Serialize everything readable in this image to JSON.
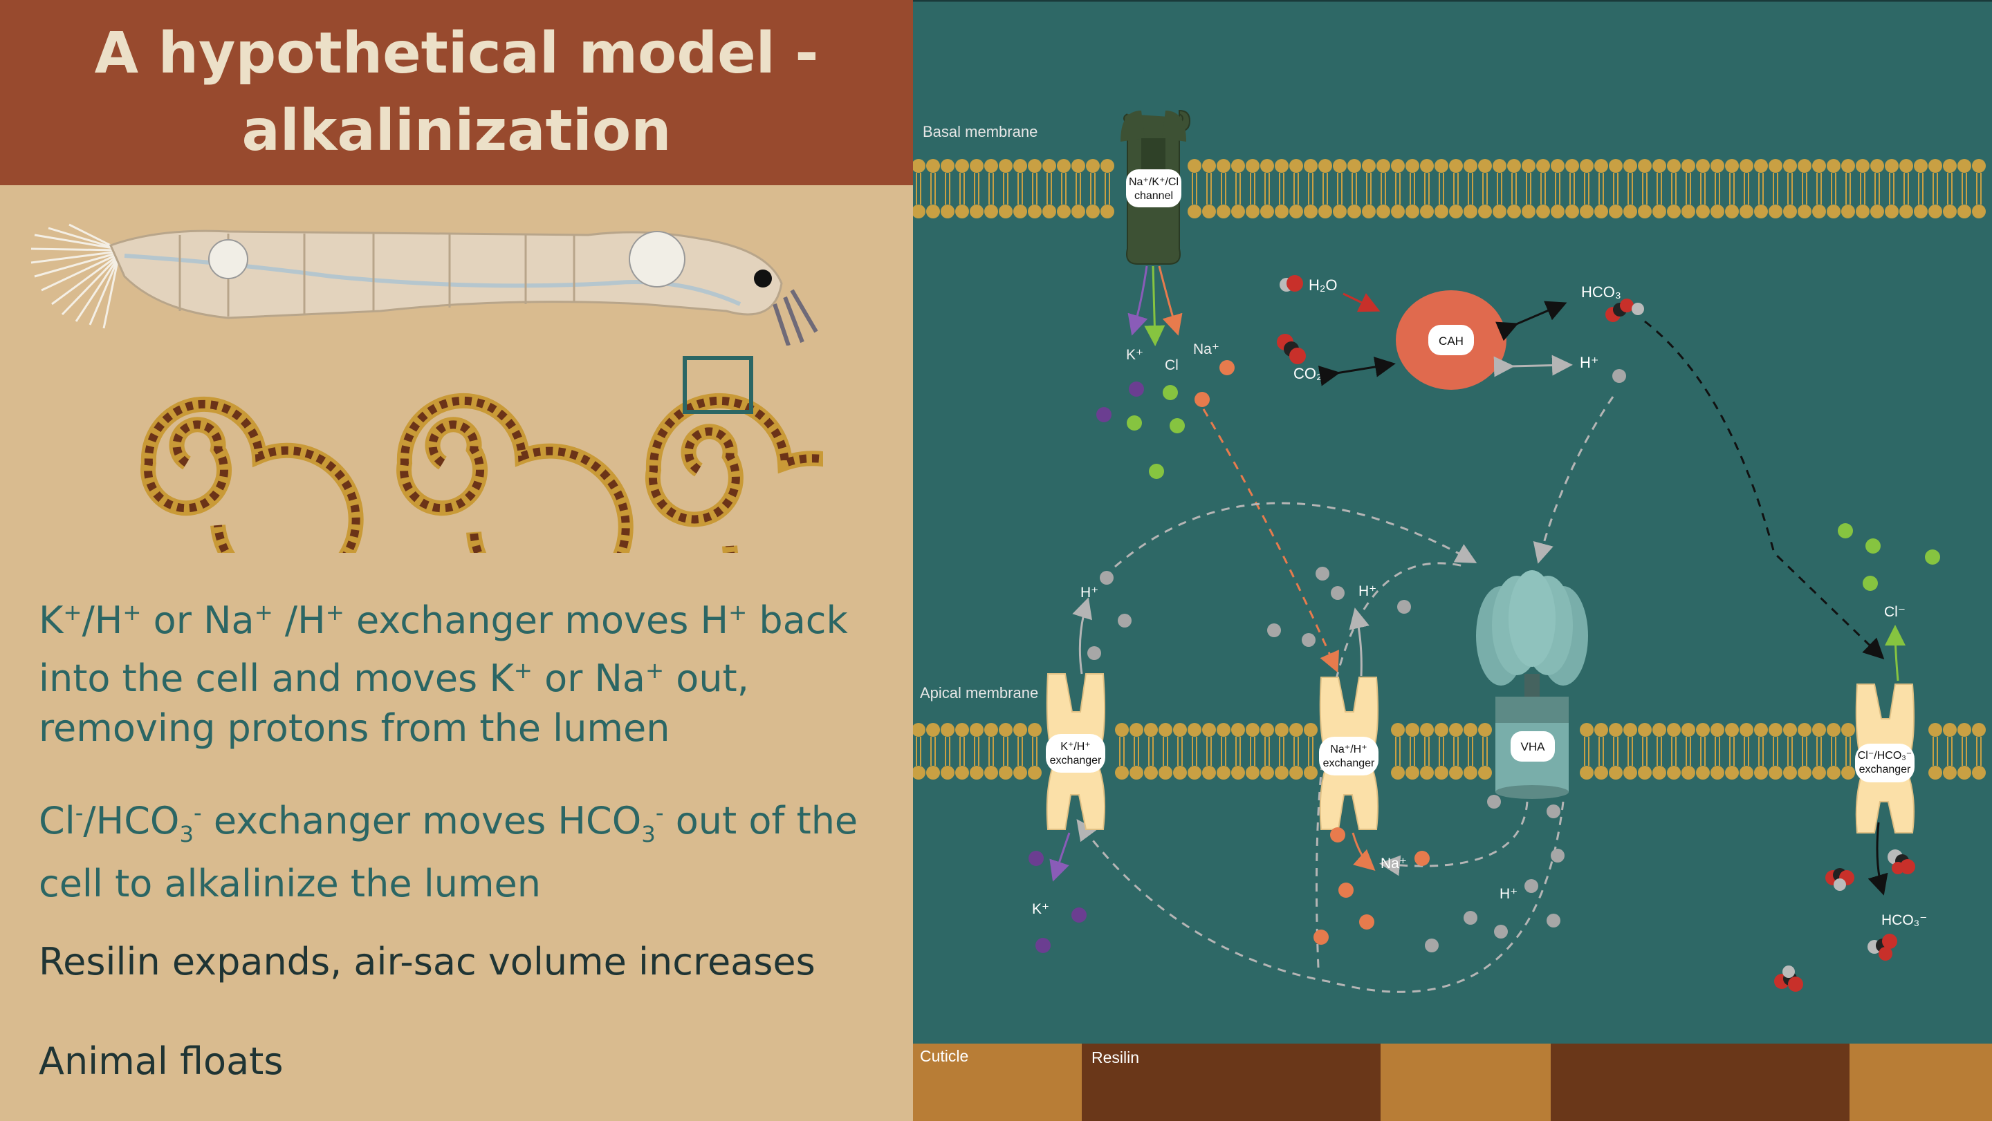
{
  "title": {
    "line1": "A hypothetical model -",
    "line2": "alkalinization"
  },
  "text": {
    "p1_a": "K",
    "p1_b": "+",
    "p1_c": "/H",
    "p1_d": "+",
    "p1_e": " or Na",
    "p1_f": "+",
    "p1_g": " /H",
    "p1_h": "+",
    "p1_i": " exchanger moves H",
    "p1_j": "+",
    "p1_k": " back into the cell and moves K",
    "p1_l": "+",
    "p1_m": " or Na",
    "p1_n": "+",
    "p1_o": " out, removing protons from the lumen",
    "p2_a": "Cl",
    "p2_b": "-",
    "p2_c": "/HCO",
    "p2_d": "3",
    "p2_e": "-",
    "p2_f": " exchanger moves HCO",
    "p2_g": "3",
    "p2_h": "-",
    "p2_i": " out of the cell to alkalinize the lumen",
    "p3": "Resilin expands,  air-sac volume increases",
    "p4": "Animal floats"
  },
  "diagram": {
    "basal_membrane": "Basal membrane",
    "apical_membrane": "Apical membrane",
    "cuticle": "Cuticle",
    "resilin": "Resilin",
    "channel_label": "Na⁺/K⁺/Cl",
    "channel_label2": "channel",
    "cah": "CAH",
    "vha": "VHA",
    "kh_exchanger": "K⁺/H⁺",
    "nah_exchanger": "Na⁺/H⁺",
    "clhco3_exchanger": "Cl⁻/HCO₃⁻",
    "exchanger_word": "exchanger",
    "k_plus": "K⁺",
    "cl_minus": "Cl",
    "na_plus": "Na⁺",
    "h2o": "H₂O",
    "co2": "CO₂",
    "hco3": "HCO₃",
    "hco3_minus": "HCO₃⁻",
    "h_plus": "H⁺",
    "cl_minus2": "Cl⁻"
  },
  "colors": {
    "title_bg": "#984a2e",
    "left_bg": "#d9bb8f",
    "cell_bg": "#2e6866",
    "lipid": "#c9a043",
    "teal_text": "#2b6664",
    "potassium": "#6b3e91",
    "chloride": "#86c440",
    "sodium": "#e77b4d",
    "proton": "#a7a7a7",
    "cah": "#e06a4e",
    "vha": "#79aeaa",
    "exchanger": "#fbe0a8",
    "channel": "#3d5134",
    "cuticle": "#b87d36",
    "resilin_band": "#6a3719"
  }
}
